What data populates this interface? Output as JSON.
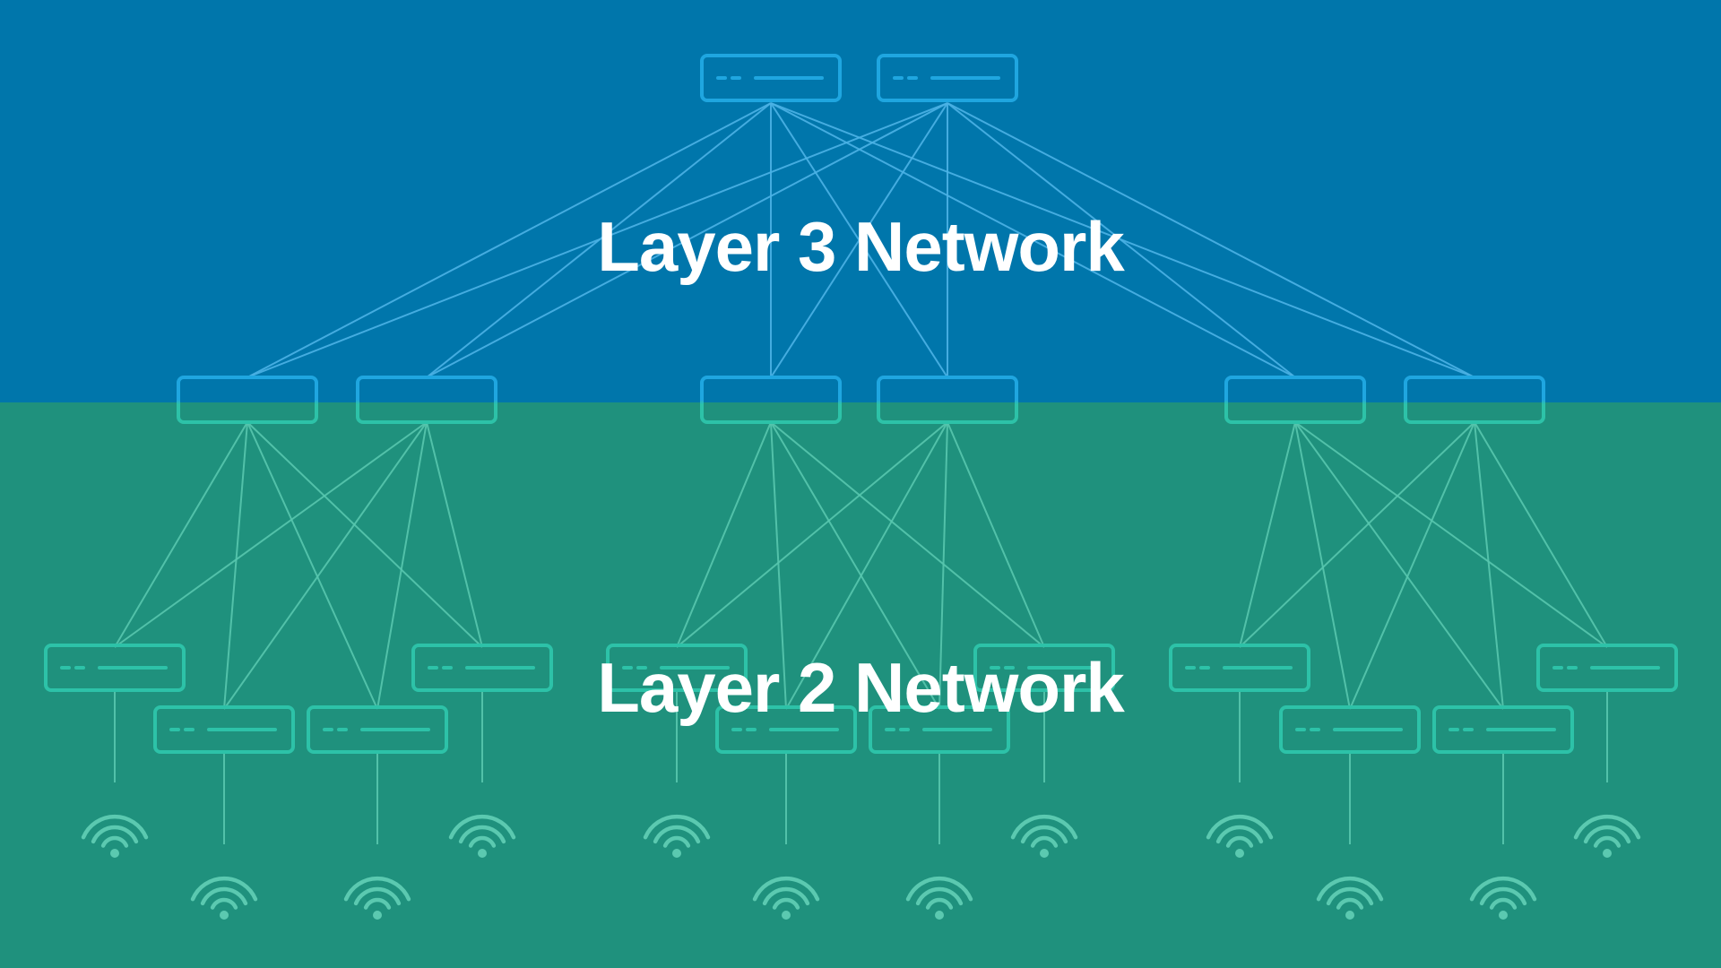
{
  "labels": {
    "layer3": "Layer 3 Network",
    "layer2": "Layer 2 Network"
  },
  "colors": {
    "layer3_background": "#0076AB",
    "layer2_background": "#1F917D",
    "core_device_stroke": "#1FA6E0",
    "layer2_device_stroke": "#2DC2A8",
    "layer3_link": "#4BB3E6",
    "layer2_link": "#58C6AE",
    "wifi_icon": "#5BC9B0"
  },
  "topology": {
    "core_switches": [
      "core-1",
      "core-2"
    ],
    "aggregation_switches": [
      "agg-1",
      "agg-2",
      "agg-3",
      "agg-4",
      "agg-5",
      "agg-6"
    ],
    "pods": [
      {
        "aggregation": [
          "agg-1",
          "agg-2"
        ],
        "access": [
          "acc-1",
          "acc-2",
          "acc-3",
          "acc-4"
        ]
      },
      {
        "aggregation": [
          "agg-3",
          "agg-4"
        ],
        "access": [
          "acc-5",
          "acc-6",
          "acc-7",
          "acc-8"
        ]
      },
      {
        "aggregation": [
          "agg-5",
          "agg-6"
        ],
        "access": [
          "acc-9",
          "acc-10",
          "acc-11",
          "acc-12"
        ]
      }
    ],
    "core_uplinks": [
      [
        "core-1",
        "agg-1"
      ],
      [
        "core-1",
        "agg-2"
      ],
      [
        "core-1",
        "agg-3"
      ],
      [
        "core-1",
        "agg-4"
      ],
      [
        "core-1",
        "agg-5"
      ],
      [
        "core-1",
        "agg-6"
      ],
      [
        "core-2",
        "agg-1"
      ],
      [
        "core-2",
        "agg-2"
      ],
      [
        "core-2",
        "agg-3"
      ],
      [
        "core-2",
        "agg-4"
      ],
      [
        "core-2",
        "agg-5"
      ],
      [
        "core-2",
        "agg-6"
      ]
    ],
    "access_points_per_access_switch": 1
  }
}
